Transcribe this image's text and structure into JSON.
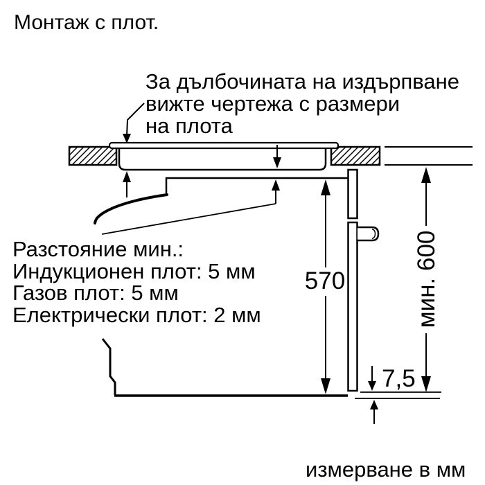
{
  "title": "Монтаж с плот.",
  "notes": {
    "pullout": [
      "За дълбочината на издърпване",
      "вижте чертежа с размери",
      "на плота"
    ],
    "clearance": [
      "Разстояние мин.:",
      "Индукционен плот: 5 мм",
      "Газов плот: 5 мм",
      "Електрически плот: 2 мм"
    ]
  },
  "dimensions": {
    "oven_height_mm": "570",
    "niche_height_mm": "мин. 600",
    "bottom_gap_mm": "7,5"
  },
  "footer": "измерване в мм",
  "colors": {
    "line": "#000000",
    "background": "#ffffff"
  }
}
